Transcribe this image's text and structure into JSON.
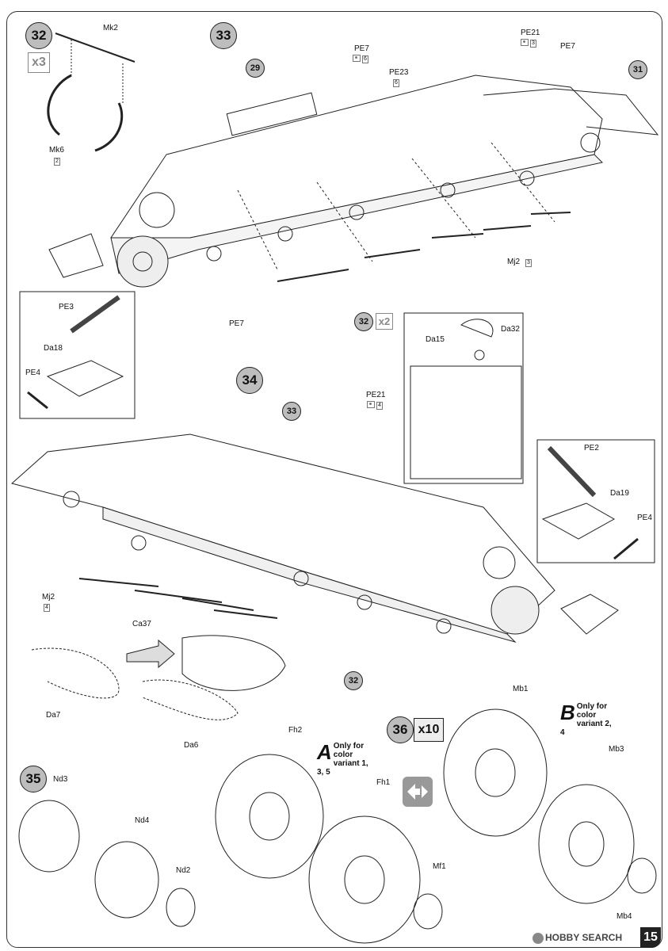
{
  "steps": {
    "s32": "32",
    "s33": "33",
    "s34": "34",
    "s35": "35",
    "s36": "36"
  },
  "multipliers": {
    "s32": "x3",
    "s36": "x10",
    "sub32": "x2"
  },
  "sub_refs": {
    "r29": "29",
    "r31": "31",
    "r32a": "32",
    "r32b": "32",
    "r33": "33"
  },
  "parts": {
    "mk2": "Mk2",
    "mk6": "Mk6",
    "mk6_qty": "2",
    "pe7_a": "PE7",
    "pe7_a_qty": "6",
    "pe23": "PE23",
    "pe23_qty": "6",
    "pe21_a": "PE21",
    "pe21_a_qty": "3",
    "pe7_b": "PE7",
    "pe7_c": "PE7",
    "mj2_a": "Mj2",
    "mj2_a_qty": "3",
    "pe3": "PE3",
    "da18": "Da18",
    "pe4_a": "PE4",
    "da15": "Da15",
    "da32": "Da32",
    "pe21_b": "PE21",
    "pe21_b_qty": "4",
    "pe2": "PE2",
    "da19": "Da19",
    "pe4_b": "PE4",
    "mj2_b": "Mj2",
    "mj2_b_qty": "4",
    "ca37": "Ca37",
    "da7": "Da7",
    "da6": "Da6",
    "fh2": "Fh2",
    "fh1": "Fh1",
    "mf1": "Mf1",
    "mb1": "Mb1",
    "mb3": "Mb3",
    "mb4": "Mb4",
    "nd3": "Nd3",
    "nd4": "Nd4",
    "nd2": "Nd2"
  },
  "variants": {
    "a_letter": "A",
    "a_text1": "Only for color",
    "a_text2": "variant 1, 3, 5",
    "b_letter": "B",
    "b_text1": "Only for color",
    "b_text2": "variant 2, 4"
  },
  "icons": {
    "swap": "swap-arrows-icon",
    "pe": "photo-etch-icon"
  },
  "watermark": "HOBBY SEARCH",
  "page_number": "15"
}
